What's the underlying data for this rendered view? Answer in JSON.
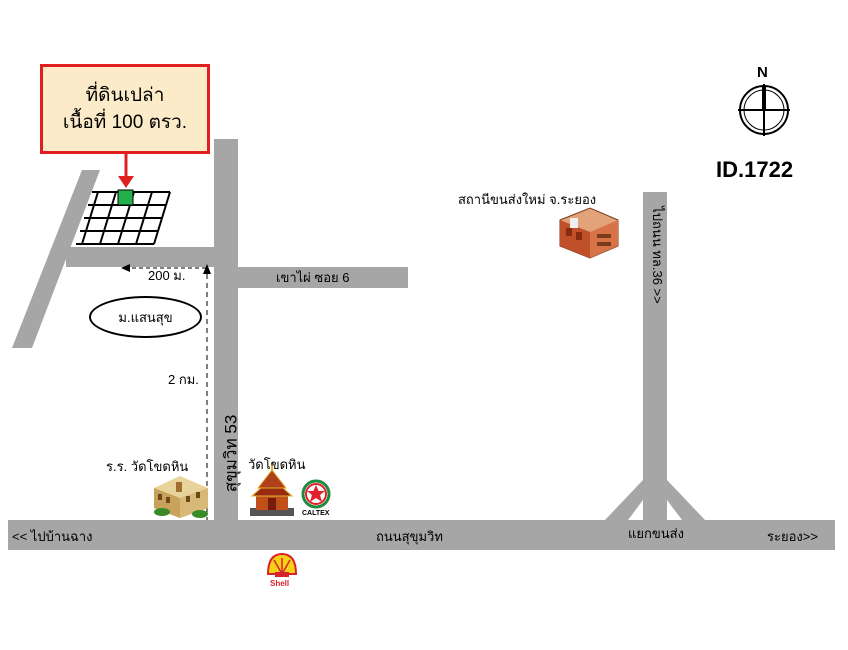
{
  "plot_box": {
    "line1": "ที่ดินเปล่า",
    "line2": "เนื้อที่  100 ตรว."
  },
  "property_id": "ID.1722",
  "compass": {
    "north_label": "N",
    "icon": "compass-icon"
  },
  "village": "ม.แสนสุข",
  "distances": {
    "to_soi": "200 ม.",
    "along_road": "2 กม."
  },
  "roads": {
    "khao_phai_soi6": "เขาไผ่ ซอย 6",
    "sukhumvit_53": "สุขุมวิท 53",
    "sukhumvit_road": "ถนนสุขุมวิท",
    "to_ban_chang": "<< ไปบ้านฉาง",
    "to_rayong": "ระยอง>>",
    "to_highway_36": "ไปถนน ทล.36 >>"
  },
  "landmarks": {
    "bus_station": "สถานีขนส่งใหม่ จ.ระยอง",
    "school": "ร.ร. วัดโขดหิน",
    "temple": "วัดโขดหิน",
    "junction": "แยกขนส่ง"
  },
  "brands": {
    "caltex": "CALTEX",
    "shell": "Shell"
  },
  "colors": {
    "road": "#a6a6a6",
    "highlight_plot": "#22b04a",
    "callout_fill": "#fcebc8",
    "callout_border": "#e02020",
    "arrow": "#e02020",
    "caltex_red": "#e0202a",
    "caltex_green": "#1e8a3c",
    "shell_yellow": "#f7d117",
    "shell_red": "#d9232a"
  }
}
